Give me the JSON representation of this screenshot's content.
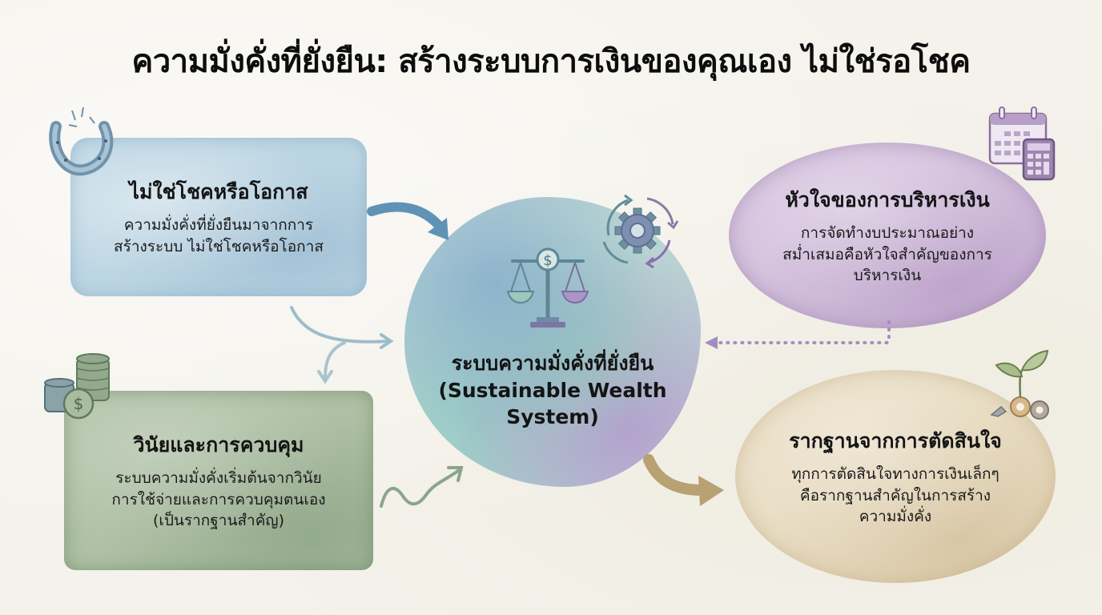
{
  "title": "ความมั่งคั่งที่ยั่งยืน: สร้างระบบการเงินของคุณเอง ไม่ใช่รอโชค",
  "center": {
    "title_th": "ระบบความมั่งคั่งที่ยั่งยืน",
    "title_en_1": "(Sustainable Wealth",
    "title_en_2": "System)",
    "icons": [
      "balance-scale-dollar-icon",
      "gear-cycle-icon"
    ]
  },
  "cards": {
    "luck": {
      "title": "ไม่ใช่โชคหรือโอกาส",
      "line1": "ความมั่งคั่งที่ยั่งยืนมาจากการ",
      "line2": "สร้างระบบ ไม่ใช่โชคหรือโอกาส",
      "icon": "horseshoe-icon",
      "color": "#bcd5e3"
    },
    "discipline": {
      "title": "วินัยและการควบคุม",
      "line1": "ระบบความมั่งคั่งเริ่มต้นจากวินัย",
      "line2": "การใช้จ่ายและการควบคุมตนเอง",
      "line3": "(เป็นรากฐานสำคัญ)",
      "icon": "coin-stack-icon",
      "color": "#aec0a5"
    },
    "heart": {
      "title": "หัวใจของการบริหารเงิน",
      "line1": "การจัดทำงบประมาณอย่าง",
      "line2": "สม่ำเสมอคือหัวใจสำคัญของการ",
      "line3": "บริหารเงิน",
      "icon": "calendar-calculator-icon",
      "color": "#d2bfdc"
    },
    "foundation": {
      "title": "รากฐานจากการตัดสินใจ",
      "line1": "ทุกการตัดสินใจทางการเงินเล็กๆ",
      "line2": "คือรากฐานสำคัญในการสร้าง",
      "line3": "ความมั่งคั่ง",
      "icon": "sprout-gears-icon",
      "color": "#e8dcc2"
    }
  },
  "colors": {
    "blue": "#5f93b5",
    "green": "#7f9a7a",
    "purple": "#a88cc0",
    "tan": "#b8a172"
  }
}
